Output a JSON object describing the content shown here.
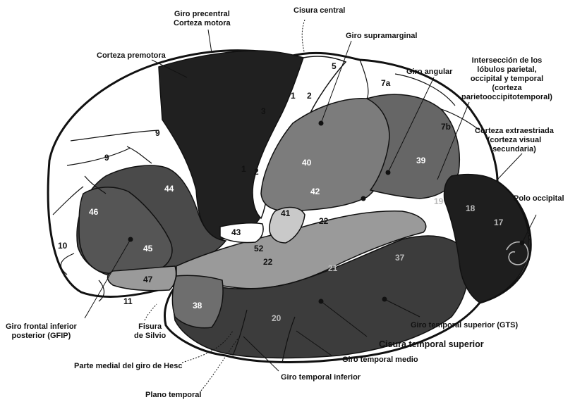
{
  "labels": {
    "giro_precentral": [
      "Giro precentral",
      "Corteza motora"
    ],
    "cisura_central": "Cisura central",
    "giro_supramarginal": "Giro supramarginal",
    "corteza_premotora": "Corteza premotora",
    "interseccion": [
      "Intersección de los",
      "lóbulos parietal,",
      "occipital y temporal",
      "(corteza",
      "parietooccipitotemporal)"
    ],
    "giro_angular": "Giro angular",
    "corteza_extraestriada": [
      "Corteza extraestriada",
      "(corteza visual",
      "secundaria)"
    ],
    "polo_occipital": "Polo occipital",
    "giro_frontal_inferior": [
      "Giro frontal inferior",
      "posterior (GFIP)"
    ],
    "fisura_silvio": [
      "Fisura",
      "de Silvio"
    ],
    "giro_temporal_superior": "Giro temporal superior (GTS)",
    "cisura_temporal_superior": "Cisura temporal superior",
    "giro_temporal_medio": "Giro temporal medio",
    "parte_medial_hesc": "Parte medial del giro de Hesc",
    "giro_temporal_inferior": "Giro temporal inferior",
    "plano_temporal": "Plano temporal"
  },
  "areas": {
    "a5": "5",
    "a1a": "1",
    "a2a": "2",
    "a3": "3",
    "a7a": "7a",
    "a7b": "7b",
    "a9a": "9",
    "a9b": "9",
    "a40": "40",
    "a39": "39",
    "a1b": "1",
    "a2b": "2",
    "a42": "42",
    "a41": "41",
    "a22a": "22",
    "a22b": "22",
    "a43": "43",
    "a52": "52",
    "a10": "10",
    "a46": "46",
    "a45": "45",
    "a44": "44",
    "a47": "47",
    "a11": "11",
    "a38": "38",
    "a21": "21",
    "a20": "20",
    "a37": "37",
    "a19": "19",
    "a18": "18",
    "a17": "17"
  },
  "colors": {
    "motor_cortex": "#202020",
    "parietal_light": "#ffffff",
    "area40": "#7a7a7a",
    "area39": "#6a6a6a",
    "frontal_mid": "#555555",
    "temporal_dark": "#3c3c3c",
    "occipital_dark": "#1e1e1e",
    "gts_light": "#999999",
    "line": "#111111"
  }
}
